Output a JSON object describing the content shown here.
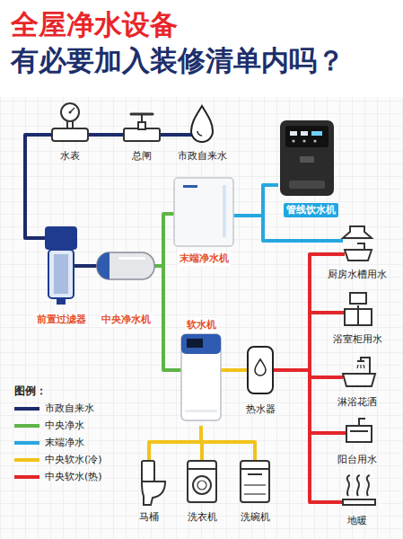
{
  "diagram": {
    "title": "全屋净水设备",
    "nodes": [
      {
        "text": [
          "水表"
        ]
      },
      {
        "text": [
          "总闸"
        ]
      },
      {
        "text": [
          "市政自来水"
        ]
      },
      {
        "text": [
          "管线饮水机"
        ]
      },
      {
        "text": [
          "末端净水机"
        ]
      },
      {
        "text": [
          "厨房水槽用水"
        ]
      },
      {
        "text": [
          "前置过滤器"
        ]
      },
      {
        "text": [
          "中央净水机"
        ]
      },
      {
        "text": [
          "软水机"
        ]
      },
      {
        "text": [
          "浴室柜用水"
        ]
      },
      {
        "text": [
          "热水器"
        ]
      },
      {
        "text": [
          "淋浴花洒"
        ]
      },
      {
        "text": [
          "阳台用水"
        ]
      },
      {
        "text": [
          "马桶"
        ]
      },
      {
        "text": [
          "洗衣机"
        ]
      },
      {
        "text": [
          "洗碗机"
        ]
      },
      {
        "text": [
          "地暖"
        ]
      }
    ],
    "edges": [
      {
        "from": 0,
        "to": 1,
        "arrow": "none"
      },
      {
        "from": 1,
        "to": 2,
        "arrow": "none"
      },
      {
        "from": 0,
        "to": 6,
        "arrow": "none"
      },
      {
        "from": 6,
        "to": 7,
        "arrow": "none"
      },
      {
        "from": 7,
        "to": 4,
        "arrow": "none"
      },
      {
        "from": 7,
        "to": 8,
        "arrow": "none"
      },
      {
        "from": 4,
        "to": 3,
        "arrow": "none"
      },
      {
        "from": 4,
        "to": 5,
        "arrow": "none"
      },
      {
        "from": 8,
        "to": 10,
        "arrow": "none"
      },
      {
        "from": 8,
        "to": 13,
        "arrow": "none"
      },
      {
        "from": 8,
        "to": 14,
        "arrow": "none"
      },
      {
        "from": 8,
        "to": 15,
        "arrow": "none"
      },
      {
        "from": 10,
        "to": 5,
        "arrow": "none"
      },
      {
        "from": 10,
        "to": 9,
        "arrow": "none"
      },
      {
        "from": 10,
        "to": 11,
        "arrow": "none"
      },
      {
        "from": 10,
        "to": 12,
        "arrow": "none"
      },
      {
        "from": 10,
        "to": 16,
        "arrow": "none"
      }
    ],
    "labels": [
      "有必要加入装修清单内吗？",
      "图例："
    ],
    "legend": [
      {
        "text": "市政自来水",
        "color": "#1c2b6b"
      },
      {
        "text": "中央净水",
        "color": "#5cb544"
      },
      {
        "text": "末端净水",
        "color": "#27a7e0"
      },
      {
        "text": "中央软水(冷)",
        "color": "#f2c21b"
      },
      {
        "text": "中央软水(热)",
        "color": "#e3262b"
      }
    ]
  }
}
